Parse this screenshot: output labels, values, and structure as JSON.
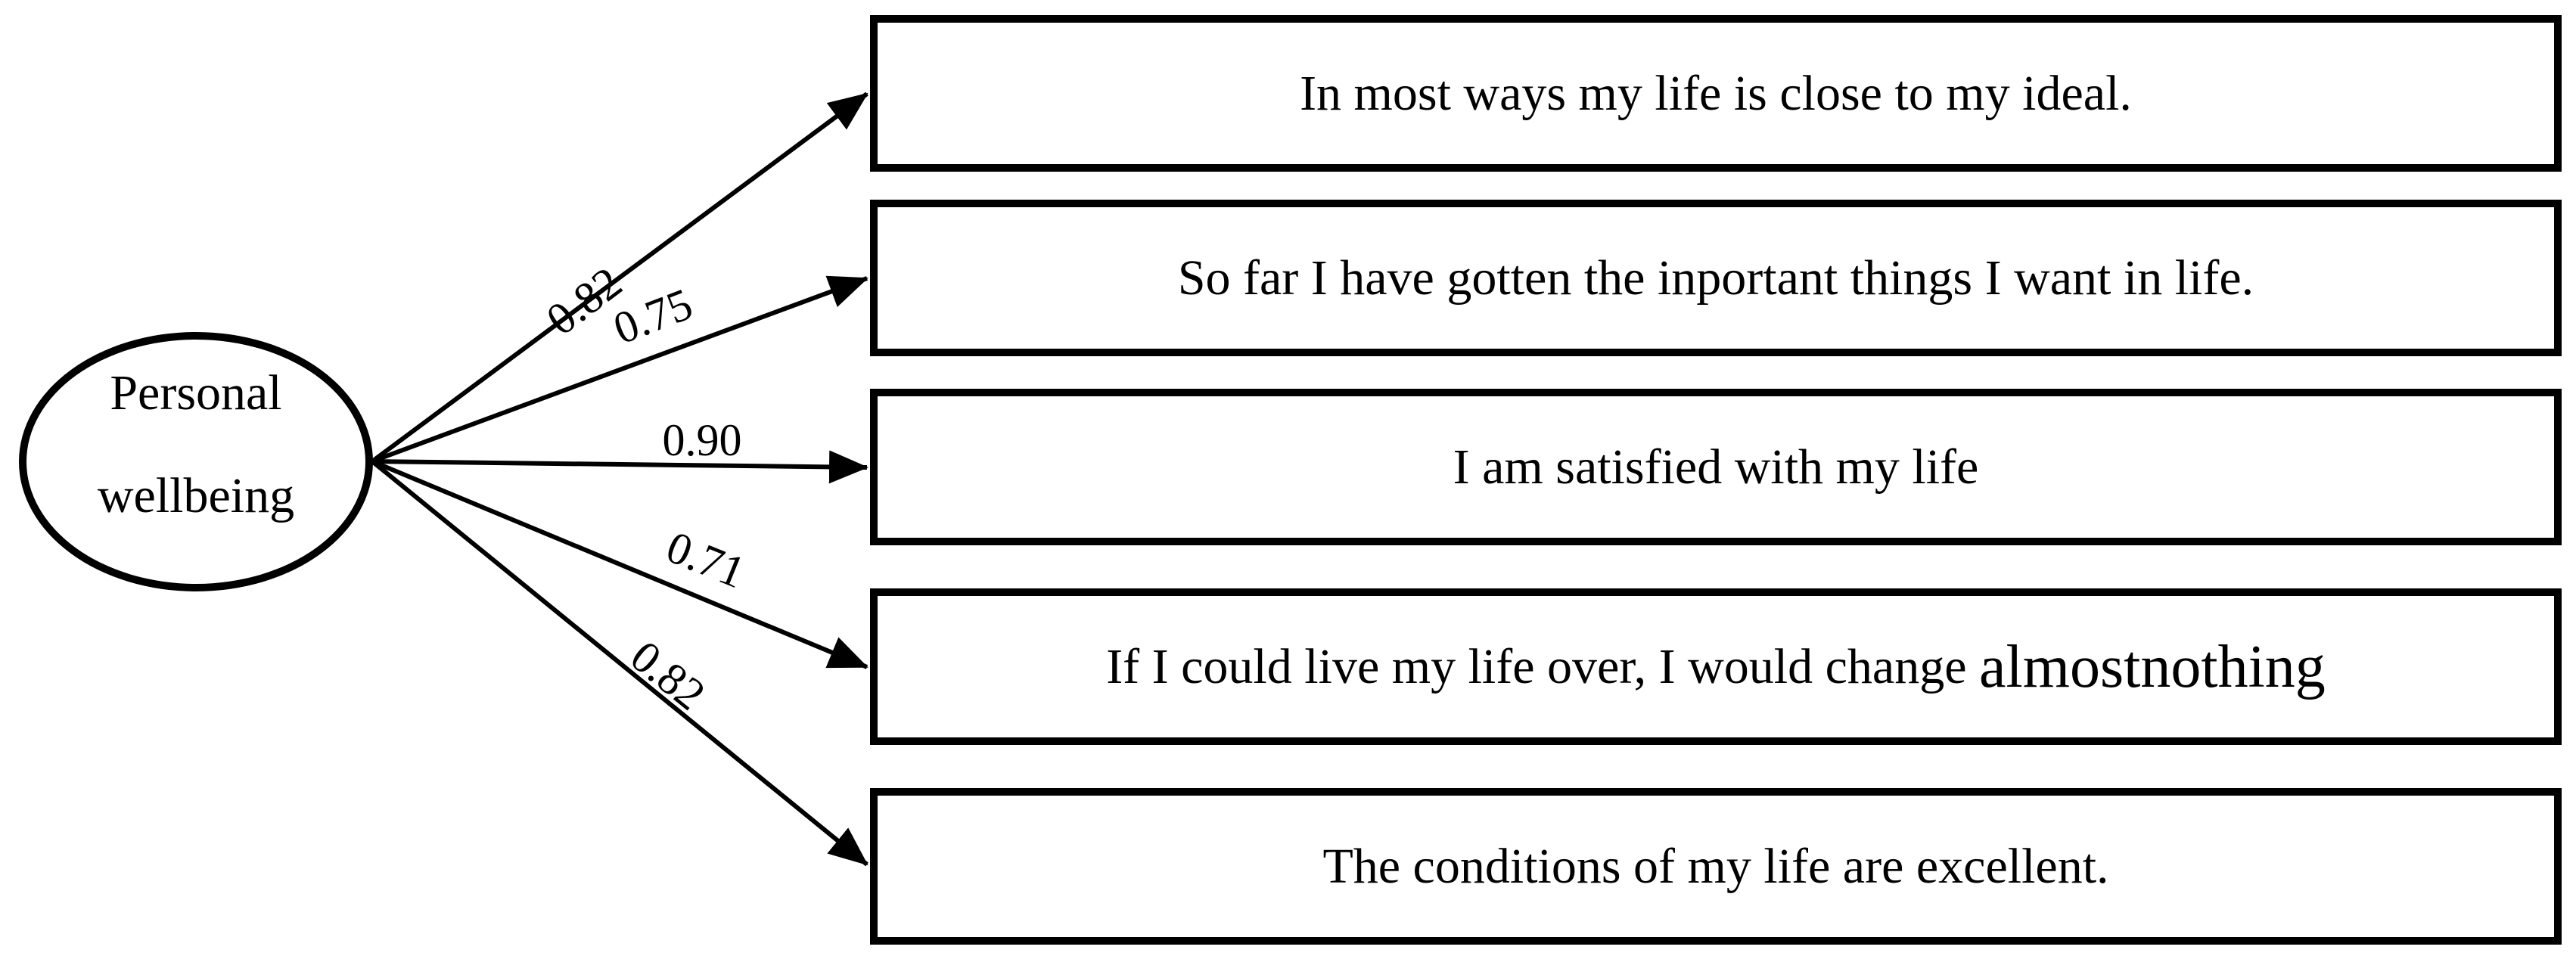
{
  "diagram": {
    "type": "sem-path-diagram",
    "latent": {
      "label_line1": "Personal",
      "label_line2": "wellbeing"
    },
    "indicators": [
      {
        "text": "In most ways my life is close to my ideal.",
        "loading": "0.82"
      },
      {
        "text": "So far I have gotten the inportant things I want in life.",
        "loading": "0.75"
      },
      {
        "text": "I am satisfied with my life",
        "loading": "0.90"
      },
      {
        "text": "If I could live my life over, I would change ",
        "text_emphasis": "almostnothing",
        "loading": "0.71"
      },
      {
        "text": "The conditions of my life are excellent.",
        "loading": "0.82"
      }
    ],
    "colors": {
      "stroke": "#000000",
      "text": "#000000",
      "background": "#ffffff"
    }
  }
}
